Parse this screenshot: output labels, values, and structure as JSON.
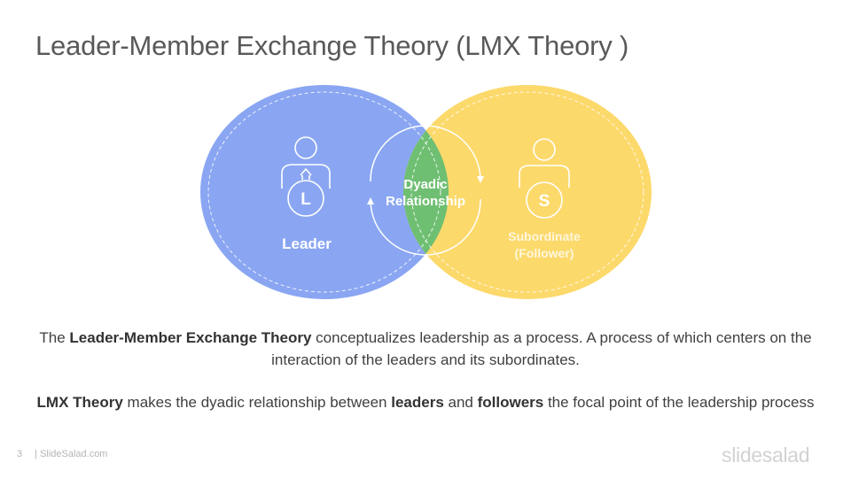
{
  "slide": {
    "title": "Leader-Member Exchange Theory (LMX Theory )",
    "page_number": "3",
    "footer_source": "| SlideSalad.com",
    "logo_text": "slidesalad"
  },
  "venn": {
    "left": {
      "label": "Leader",
      "icon_letter": "L",
      "color": "#8aa6f2"
    },
    "overlap": {
      "label_line1": "Dyadic",
      "label_line2": "Relationship",
      "color": "#6fbf73"
    },
    "right": {
      "label_line1": "Subordinate",
      "label_line2": "(Follower)",
      "icon_letter": "S",
      "color": "#fcd96b"
    }
  },
  "description": {
    "p1": {
      "pre": "The ",
      "bold1": "Leader-Member Exchange Theory",
      "post": " conceptualizes leadership as a process. A process of which centers on the interaction of the leaders and its subordinates."
    },
    "p2": {
      "bold1": "LMX Theory",
      "mid1": " makes the dyadic relationship between ",
      "bold2": "leaders",
      "mid2": " and ",
      "bold3": "followers",
      "post": " the focal point of the leadership process"
    }
  }
}
